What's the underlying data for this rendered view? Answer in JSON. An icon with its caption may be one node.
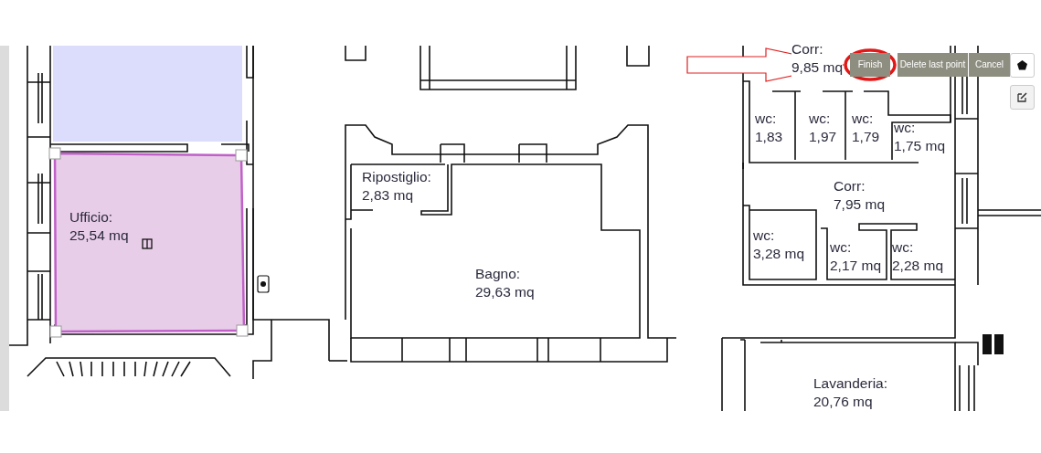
{
  "diagram": {
    "nodes": [
      {
        "text": [
          "Corr:",
          "9,85 mq"
        ]
      },
      {
        "text": [
          "Finish"
        ]
      },
      {
        "text": [
          "wc:",
          "1,83"
        ]
      },
      {
        "text": [
          "wc:",
          "1,97"
        ]
      },
      {
        "text": [
          "wc:",
          "1,79"
        ]
      },
      {
        "text": [
          "wc:",
          "1,75 mq"
        ]
      },
      {
        "text": [
          "Ripostiglio:",
          "2,83 mq"
        ]
      },
      {
        "text": [
          "Corr:",
          "7,95 mq"
        ]
      },
      {
        "text": [
          "Ufficio:",
          "25,54 mq"
        ]
      },
      {
        "text": [
          "wc:",
          "3,28 mq"
        ]
      },
      {
        "text": [
          "wc:",
          "2,17 mq"
        ]
      },
      {
        "text": [
          "wc:",
          "2,28 mq"
        ]
      },
      {
        "text": [
          "Bagno:",
          "29,63 mq"
        ]
      },
      {
        "text": [
          "Lavanderia:",
          "20,76 mq"
        ]
      }
    ],
    "edges": [
      {
        "from": null,
        "to": 1,
        "arrow": "to",
        "color": "#e02020"
      }
    ],
    "labels": [
      "Delete last point",
      "Cancel"
    ]
  }
}
